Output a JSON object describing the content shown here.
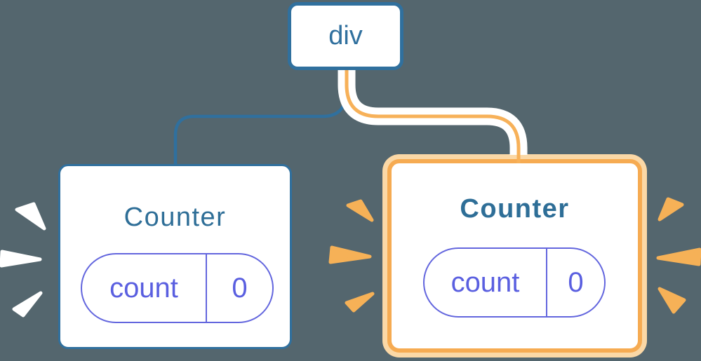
{
  "diagram": {
    "background_color": "#54666E",
    "root_node": {
      "label": "div"
    },
    "children": [
      {
        "title": "Counter",
        "state_key": "count",
        "state_value": "0",
        "highlighted": false,
        "spark_color_name": "white"
      },
      {
        "title": "Counter",
        "state_key": "count",
        "state_value": "0",
        "highlighted": true,
        "spark_color_name": "orange"
      }
    ]
  },
  "colors": {
    "node_blue": "#30709E",
    "title_blue": "#2E6E97",
    "connector_blue": "#30709E",
    "connector_orange": "#F7B159",
    "connector_casing_white": "#FFFFFF",
    "pill_border_purple": "#6366DE",
    "state_purple": "#5A5FE0",
    "highlight_border_orange": "#F6AB52",
    "highlight_glow_peach": "#FBD8A6",
    "spark_orange": "#F6B157",
    "spark_white": "#FFFFFF",
    "card_background": "#FFFFFF"
  }
}
